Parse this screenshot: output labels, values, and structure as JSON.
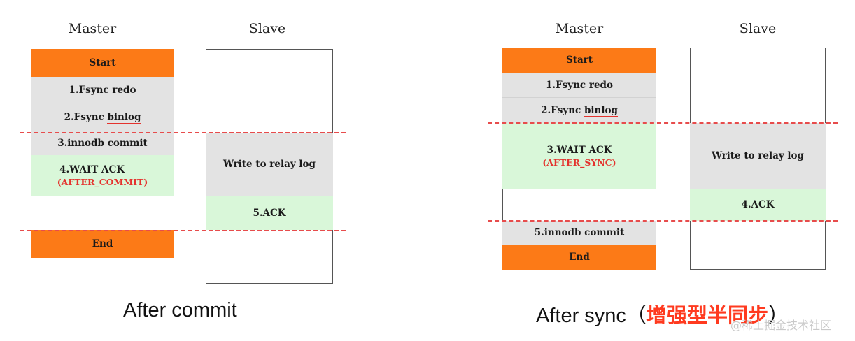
{
  "left": {
    "master_title": "Master",
    "slave_title": "Slave",
    "start": "Start",
    "step1": "1.Fsync redo",
    "step2_prefix": "2.Fsync ",
    "step2_word": "binlog",
    "step3": "3.innodb commit",
    "step4": "4.WAIT ACK",
    "step4_sub": "(AFTER_COMMIT)",
    "end": "End",
    "relay": "Write to relay log",
    "ack": "5.ACK",
    "caption": "After commit"
  },
  "right": {
    "master_title": "Master",
    "slave_title": "Slave",
    "start": "Start",
    "step1": "1.Fsync redo",
    "step2_prefix": "2.Fsync ",
    "step2_word": "binlog",
    "step3": "3.WAIT ACK",
    "step3_sub": "(AFTER_SYNC)",
    "step5": "5.innodb commit",
    "end": "End",
    "relay": "Write to relay log",
    "ack": "4.ACK",
    "caption_prefix": "After sync（",
    "caption_highlight": "增强型半同步",
    "caption_suffix": "）"
  },
  "watermark": "@稀土掘金技术社区",
  "colors": {
    "orange": "#fc7a17",
    "gray": "#e3e3e3",
    "green": "#d9f7d9",
    "red_dash": "#e74c4c",
    "red_text": "#e4332e"
  }
}
